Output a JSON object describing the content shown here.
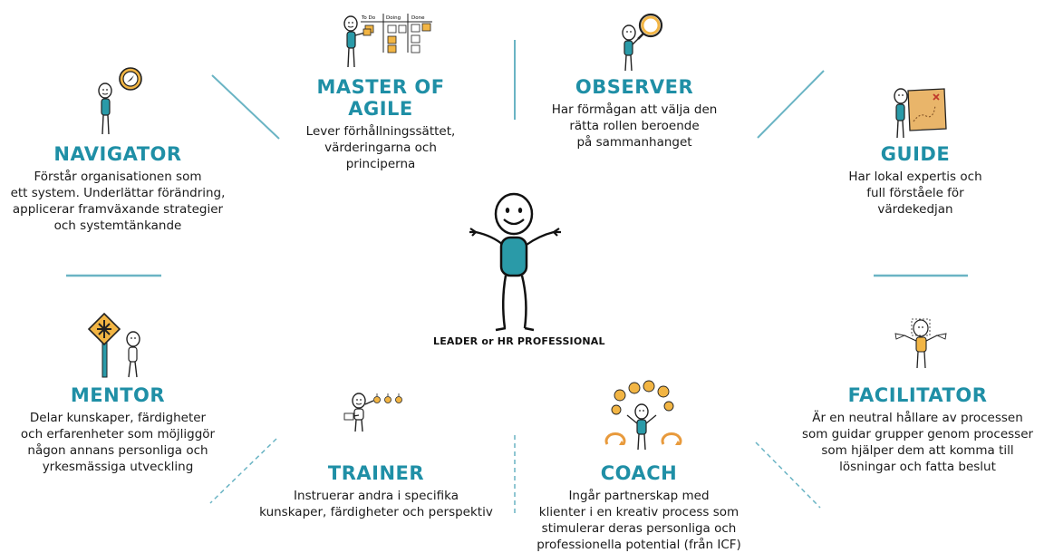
{
  "center": {
    "label": "LEADER or HR PROFESSIONAL"
  },
  "roles": {
    "master": {
      "title": "MASTER OF AGILE",
      "desc": [
        "Lever förhållningssättet,",
        "värderingarna och",
        "principerna"
      ],
      "board_labels": [
        "To Do",
        "Doing",
        "Done"
      ]
    },
    "observer": {
      "title": "OBSERVER",
      "desc": [
        "Har förmågan att välja den",
        "rätta rollen beroende",
        "på sammanhanget"
      ]
    },
    "navigator": {
      "title": "NAVIGATOR",
      "desc": [
        "Förstår organisationen som",
        "ett system. Underlättar förändring,",
        "applicerar framväxande strategier",
        "och systemtänkande"
      ]
    },
    "guide": {
      "title": "GUIDE",
      "desc": [
        "Har lokal expertis och",
        "full förståele för",
        "värdekedjan"
      ]
    },
    "mentor": {
      "title": "MENTOR",
      "desc": [
        "Delar kunskaper, färdigheter",
        "och erfarenheter som möjliggör",
        "någon annans personliga och",
        "yrkesmässiga utveckling"
      ]
    },
    "trainer": {
      "title": "TRAINER",
      "desc": [
        "Instruerar andra i specifika",
        "kunskaper, färdigheter och perspektiv"
      ]
    },
    "coach": {
      "title": "COACH",
      "desc": [
        "Ingår partnerskap med",
        "klienter i en kreativ process som",
        "stimulerar deras personliga och",
        "professionella potential (från ICF)"
      ]
    },
    "facilitator": {
      "title": "FACILITATOR",
      "desc": [
        "Är en neutral hållare av processen",
        "som guidar grupper genom processer",
        "som hjälper dem att komma till",
        "lösningar och fatta beslut"
      ]
    }
  },
  "colors": {
    "accent": "#1f8fa6",
    "figure_fill": "#2a9aa8",
    "sticky": "#f2b544",
    "connector": "#6ab4c4"
  }
}
